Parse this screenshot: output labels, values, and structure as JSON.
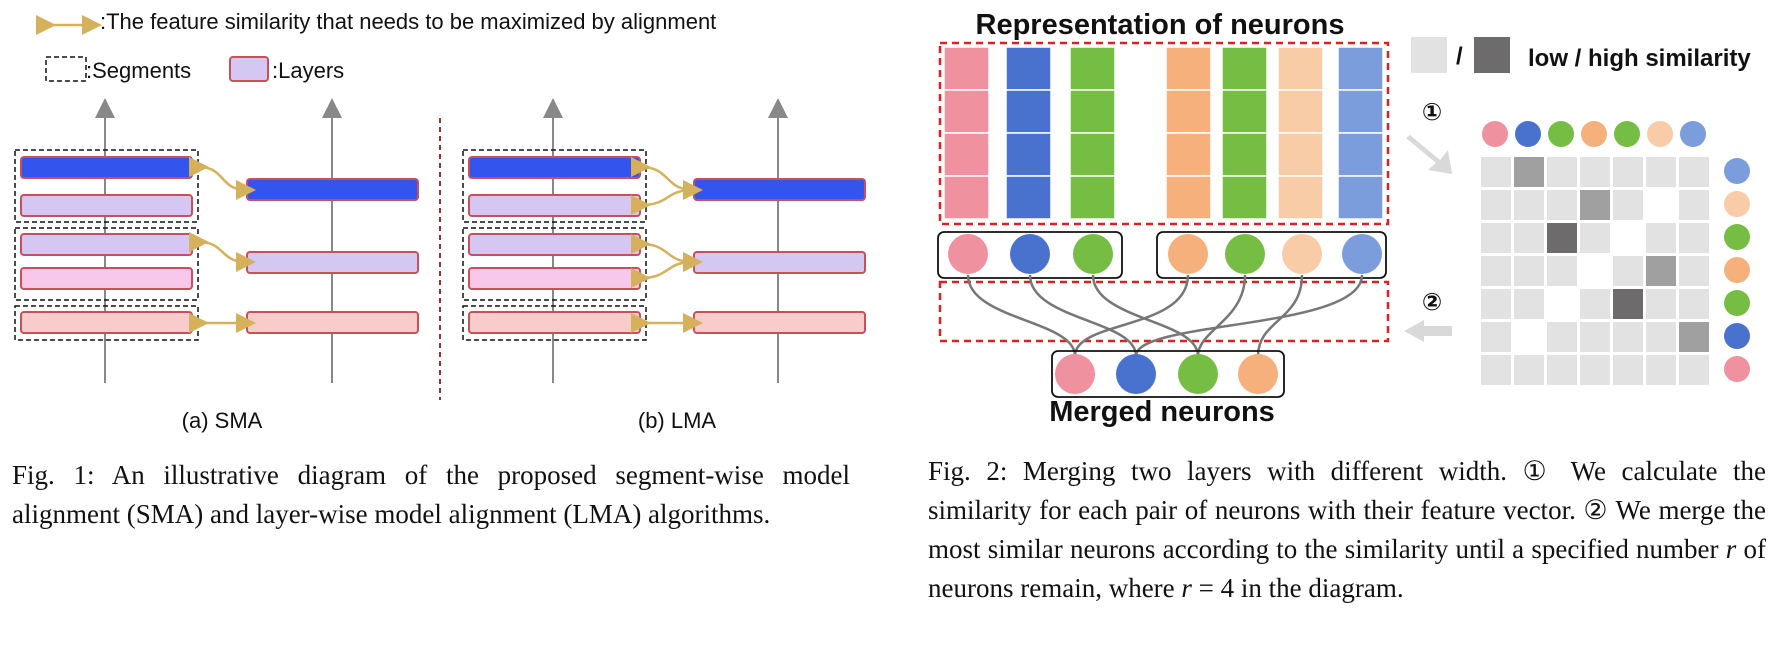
{
  "fig1": {
    "legend_alignment": ":The feature similarity that needs to be maximized by alignment",
    "legend_segments": ":Segments",
    "legend_layers": ":Layers",
    "label_a": "(a) SMA",
    "label_b": "(b) LMA",
    "colors": {
      "blue": "#3355ee",
      "lavender": "#d4c8f2",
      "pink": "#f7c8ea",
      "salmon": "#f9cccc",
      "border": "#c9505a",
      "arrow": "#d4b15a",
      "divider": "#a33030"
    }
  },
  "fig2": {
    "title_top": "Representation of neurons",
    "title_bottom": "Merged neurons",
    "legend_slash": "/",
    "legend_text": "low / high similarity",
    "step1": "①",
    "step2": "②",
    "column_colors": [
      "#ef919e",
      "#4972cf",
      "#76bd44",
      "#f5b07c",
      "#76bd44",
      "#f8cca7",
      "#7b9ddb"
    ],
    "merged_colors": [
      "#ef919e",
      "#4972cf",
      "#76bd44",
      "#f5b07c"
    ],
    "matrix_row_colors": [
      "#7b9ddb",
      "#f8cca7",
      "#76bd44",
      "#f5b07c",
      "#76bd44",
      "#4972cf",
      "#ef919e"
    ],
    "similarity_low_color": "#e2e2e2",
    "similarity_high_color": "#6d6b6b"
  },
  "caption1": {
    "text": "Fig. 1: An illustrative diagram of the proposed segment-wise model alignment (SMA) and layer-wise model alignment (LMA) algorithms."
  },
  "caption2": {
    "part1": "Fig. 2: Merging two layers with different width. ① We calculate the similarity for each pair of neurons with their feature vector. ② We merge the most similar neurons according to the similarity until a specified number ",
    "var_r": "r",
    "part2": " of neurons remain, where ",
    "eq_r": "r",
    "eq_rest": " = 4",
    "part3": " in the diagram."
  }
}
